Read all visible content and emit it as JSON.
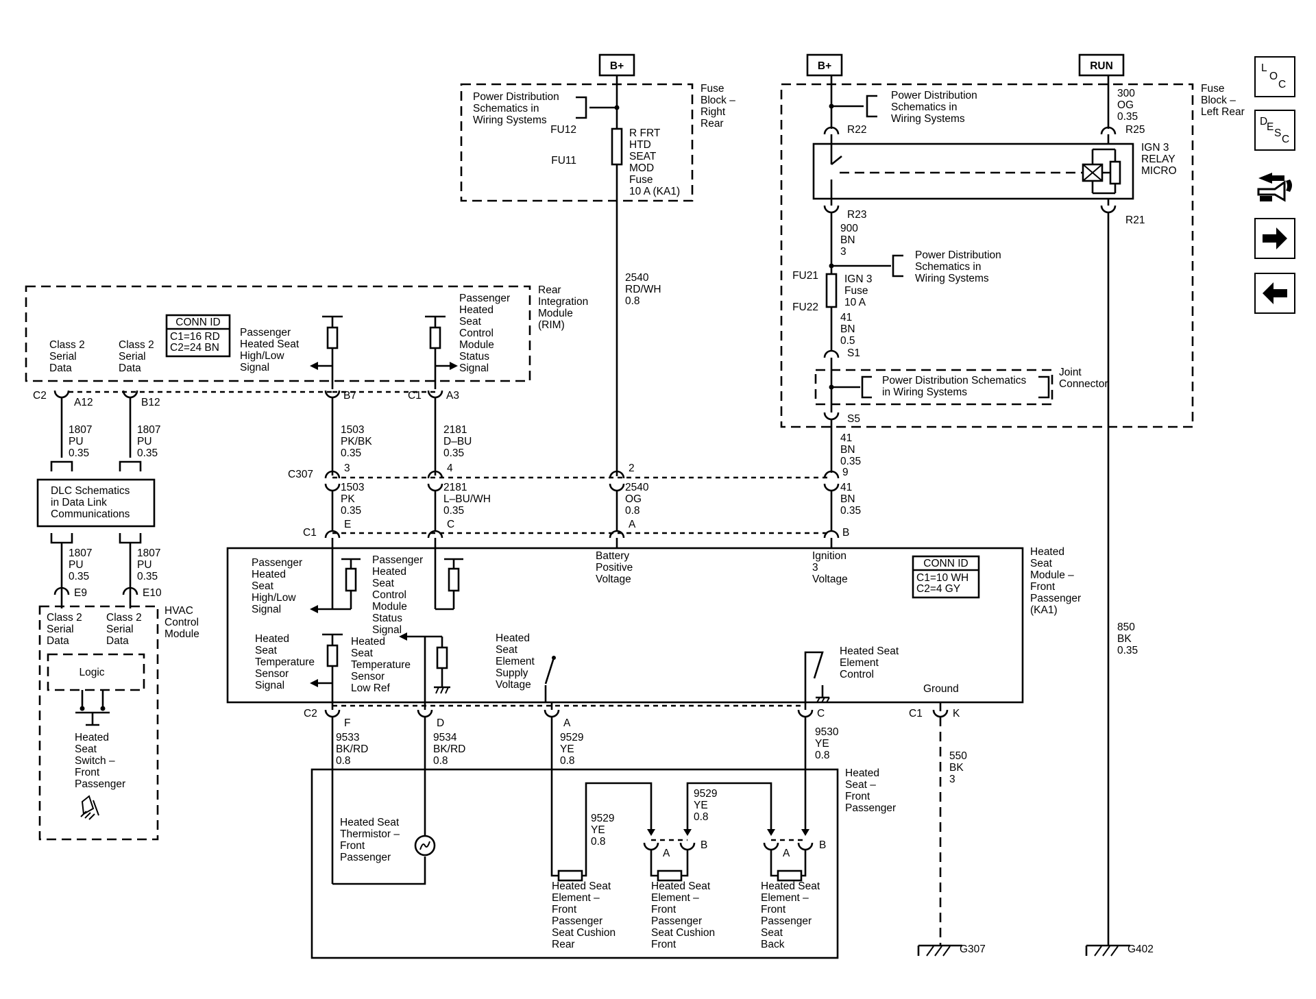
{
  "sources": {
    "bplus_left": "B+",
    "bplus_right": "B+",
    "run": "RUN"
  },
  "nav": {
    "loc_letters": [
      "L",
      "O",
      "C"
    ],
    "desc_letters": [
      "D",
      "E",
      "S",
      "C"
    ]
  },
  "fuse_block_rr": {
    "label": [
      "Fuse",
      "Block –",
      "Right",
      "Rear"
    ],
    "pds": [
      "Power Distribution",
      "Schematics in",
      "Wiring Systems"
    ],
    "fu12": "FU12",
    "fu11": "FU11",
    "fuse": [
      "R FRT",
      "HTD",
      "SEAT",
      "MOD",
      "Fuse",
      "10 A (KA1)"
    ]
  },
  "fuse_block_lr": {
    "label": [
      "Fuse",
      "Block –",
      "Left Rear"
    ],
    "pds": [
      "Power Distribution",
      "Schematics in",
      "Wiring Systems"
    ],
    "r22": "R22",
    "r25": "R25",
    "r23": "R23",
    "r21": "R21",
    "w300": [
      "300",
      "OG",
      "0.35"
    ],
    "relay": [
      "IGN 3",
      "RELAY",
      "MICRO"
    ],
    "w900": [
      "900",
      "BN",
      "3"
    ],
    "pds2": [
      "Power Distribution",
      "Schematics in",
      "Wiring Systems"
    ],
    "fu21": "FU21",
    "fu22": "FU22",
    "fuse": [
      "IGN 3",
      "Fuse",
      "10 A"
    ],
    "w41a": [
      "41",
      "BN",
      "0.5"
    ]
  },
  "joint": {
    "s1": "S1",
    "s5": "S5",
    "pds": [
      "Power Distribution Schematics",
      "in Wiring Systems"
    ],
    "label": [
      "Joint",
      "Connector"
    ]
  },
  "rim": {
    "label": [
      "Rear",
      "Integration",
      "Module",
      "(RIM)"
    ],
    "conn_title": "CONN ID",
    "conn": [
      "C1=16 RD",
      "C2=24 BN"
    ],
    "class2a": [
      "Class 2",
      "Serial",
      "Data"
    ],
    "class2b": [
      "Class 2",
      "Serial",
      "Data"
    ],
    "hilo": [
      "Passenger",
      "Heated Seat",
      "High/Low",
      "Signal"
    ],
    "status": [
      "Passenger",
      "Heated",
      "Seat",
      "Control",
      "Module",
      "Status",
      "Signal"
    ],
    "c2": "C2",
    "a12": "A12",
    "b12": "B12",
    "b7": "B7",
    "c1": "C1",
    "a3": "A3"
  },
  "wires": {
    "w1807a": [
      "1807",
      "PU",
      "0.35"
    ],
    "w1807b": [
      "1807",
      "PU",
      "0.35"
    ],
    "w1807c": [
      "1807",
      "PU",
      "0.35"
    ],
    "w1807d": [
      "1807",
      "PU",
      "0.35"
    ],
    "w1503a": [
      "1503",
      "PK/BK",
      "0.35"
    ],
    "w2181a": [
      "2181",
      "D–BU",
      "0.35"
    ],
    "w2540a": [
      "2540",
      "RD/WH",
      "0.8"
    ],
    "w41b": [
      "41",
      "BN",
      "0.35"
    ],
    "w1503b": [
      "1503",
      "PK",
      "0.35"
    ],
    "w2181b": [
      "2181",
      "L–BU/WH",
      "0.35"
    ],
    "w2540b": [
      "2540",
      "OG",
      "0.8"
    ],
    "w41c": [
      "41",
      "BN",
      "0.35"
    ],
    "w9533": [
      "9533",
      "BK/RD",
      "0.8"
    ],
    "w9534": [
      "9534",
      "BK/RD",
      "0.8"
    ],
    "w9529a": [
      "9529",
      "YE",
      "0.8"
    ],
    "w9530": [
      "9530",
      "YE",
      "0.8"
    ],
    "w9529b": [
      "9529",
      "YE",
      "0.8"
    ],
    "w9529c": [
      "9529",
      "YE",
      "0.8"
    ],
    "w550": [
      "550",
      "BK",
      "3"
    ],
    "w850": [
      "850",
      "BK",
      "0.35"
    ]
  },
  "c307": {
    "name": "C307",
    "p3": "3",
    "p4": "4",
    "p2": "2",
    "p9": "9"
  },
  "dlc": [
    "DLC Schematics",
    "in Data Link",
    "Communications"
  ],
  "hvac": {
    "e9": "E9",
    "e10": "E10",
    "label": [
      "HVAC",
      "Control",
      "Module"
    ],
    "class2a": [
      "Class 2",
      "Serial",
      "Data"
    ],
    "class2b": [
      "Class 2",
      "Serial",
      "Data"
    ],
    "logic": "Logic",
    "switch": [
      "Heated",
      "Seat",
      "Switch –",
      "Front",
      "Passenger"
    ]
  },
  "hsm": {
    "c1": "C1",
    "pe": "E",
    "pc": "C",
    "pa": "A",
    "pb": "B",
    "label": [
      "Heated",
      "Seat",
      "Module –",
      "Front",
      "Passenger",
      "(KA1)"
    ],
    "hilo": [
      "Passenger",
      "Heated",
      "Seat",
      "High/Low",
      "Signal"
    ],
    "status": [
      "Passenger",
      "Heated",
      "Seat",
      "Control",
      "Module",
      "Status",
      "Signal"
    ],
    "batt": [
      "Battery",
      "Positive",
      "Voltage"
    ],
    "ign": [
      "Ignition",
      "3",
      "Voltage"
    ],
    "conn_title": "CONN ID",
    "conn": [
      "C1=10 WH",
      "C2=4 GY"
    ],
    "temp": [
      "Heated",
      "Seat",
      "Temperature",
      "Sensor",
      "Signal"
    ],
    "lowref": [
      "Heated",
      "Seat",
      "Temperature",
      "Sensor",
      "Low Ref"
    ],
    "supply": [
      "Heated",
      "Seat",
      "Element",
      "Supply",
      "Voltage"
    ],
    "ctrl": [
      "Heated Seat",
      "Element",
      "Control"
    ],
    "ground": "Ground",
    "c2": "C2",
    "pf": "F",
    "pd": "D",
    "pa2": "A",
    "pc2": "C",
    "c1b": "C1",
    "pk": "K"
  },
  "seat": {
    "label": [
      "Heated",
      "Seat –",
      "Front",
      "Passenger"
    ],
    "thermistor": [
      "Heated Seat",
      "Thermistor –",
      "Front",
      "Passenger"
    ],
    "el_rear": [
      "Heated Seat",
      "Element –",
      "Front",
      "Passenger",
      "Seat Cushion",
      "Rear"
    ],
    "el_front": [
      "Heated Seat",
      "Element –",
      "Front",
      "Passenger",
      "Seat Cushion",
      "Front"
    ],
    "el_back": [
      "Heated Seat",
      "Element –",
      "Front",
      "Passenger",
      "Seat",
      "Back"
    ],
    "pa1": "A",
    "pb1": "B",
    "pa2": "A",
    "pb2": "B"
  },
  "grounds": {
    "g307": "G307",
    "g402": "G402"
  }
}
